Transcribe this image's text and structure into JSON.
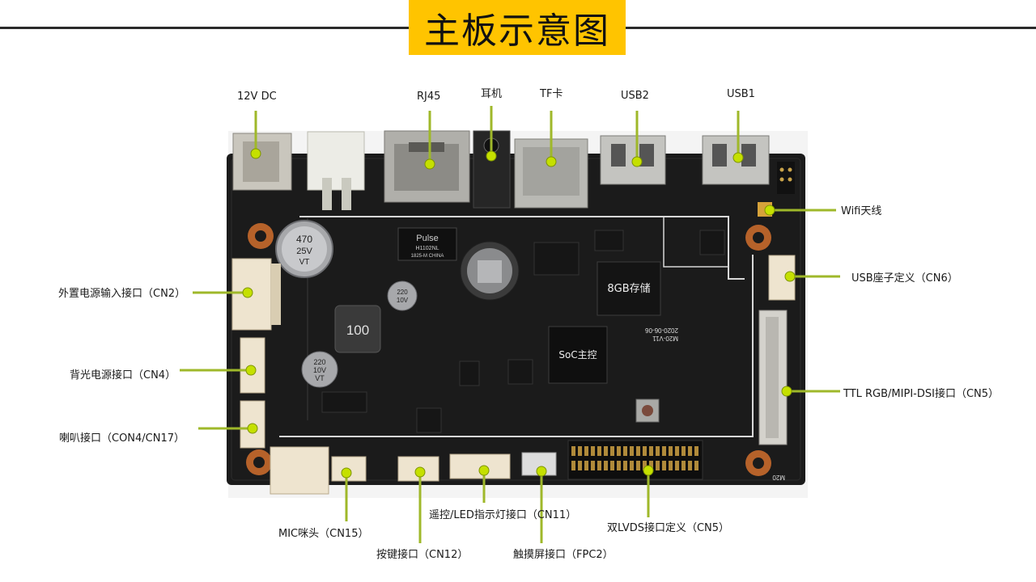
{
  "title": "主板示意图",
  "colors": {
    "title_bg": "#ffc400",
    "leader": "#9fb82a",
    "dot": "#c5e000",
    "pcb": "#1b1b1b"
  },
  "board": {
    "soc_label": "SoC主控",
    "storage_label": "8GB存储",
    "model": "M20-V11",
    "date": "2020-06-06",
    "cap_470": "470",
    "cap_470_v": "25V",
    "cap_470_vt": "VT",
    "cap_220": "220",
    "cap_220_v": "10V",
    "cap_220_vt": "VT",
    "inductor": "100",
    "pulse": "Pulse",
    "pulse_part": "H1102NL",
    "pulse_sub": "1825-M CHINA",
    "m20": "M20"
  },
  "callouts": {
    "dc12v": "12V DC",
    "rj45": "RJ45",
    "earphone": "耳机",
    "tf": "TF卡",
    "usb2": "USB2",
    "usb1": "USB1",
    "wifi": "Wifi天线",
    "usb_header": "USB座子定义（CN6）",
    "ttl": "TTL RGB/MIPI-DSI接口（CN5）",
    "ext_power": "外置电源输入接口（CN2）",
    "backlight": "背光电源接口（CN4）",
    "speaker": "喇叭接口（CON4/CN17）",
    "mic": "MIC咪头（CN15）",
    "key": "按键接口（CN12）",
    "remote": "遥控/LED指示灯接口（CN11）",
    "touch": "触摸屏接口（FPC2）",
    "lvds": "双LVDS接口定义（CN5）"
  }
}
